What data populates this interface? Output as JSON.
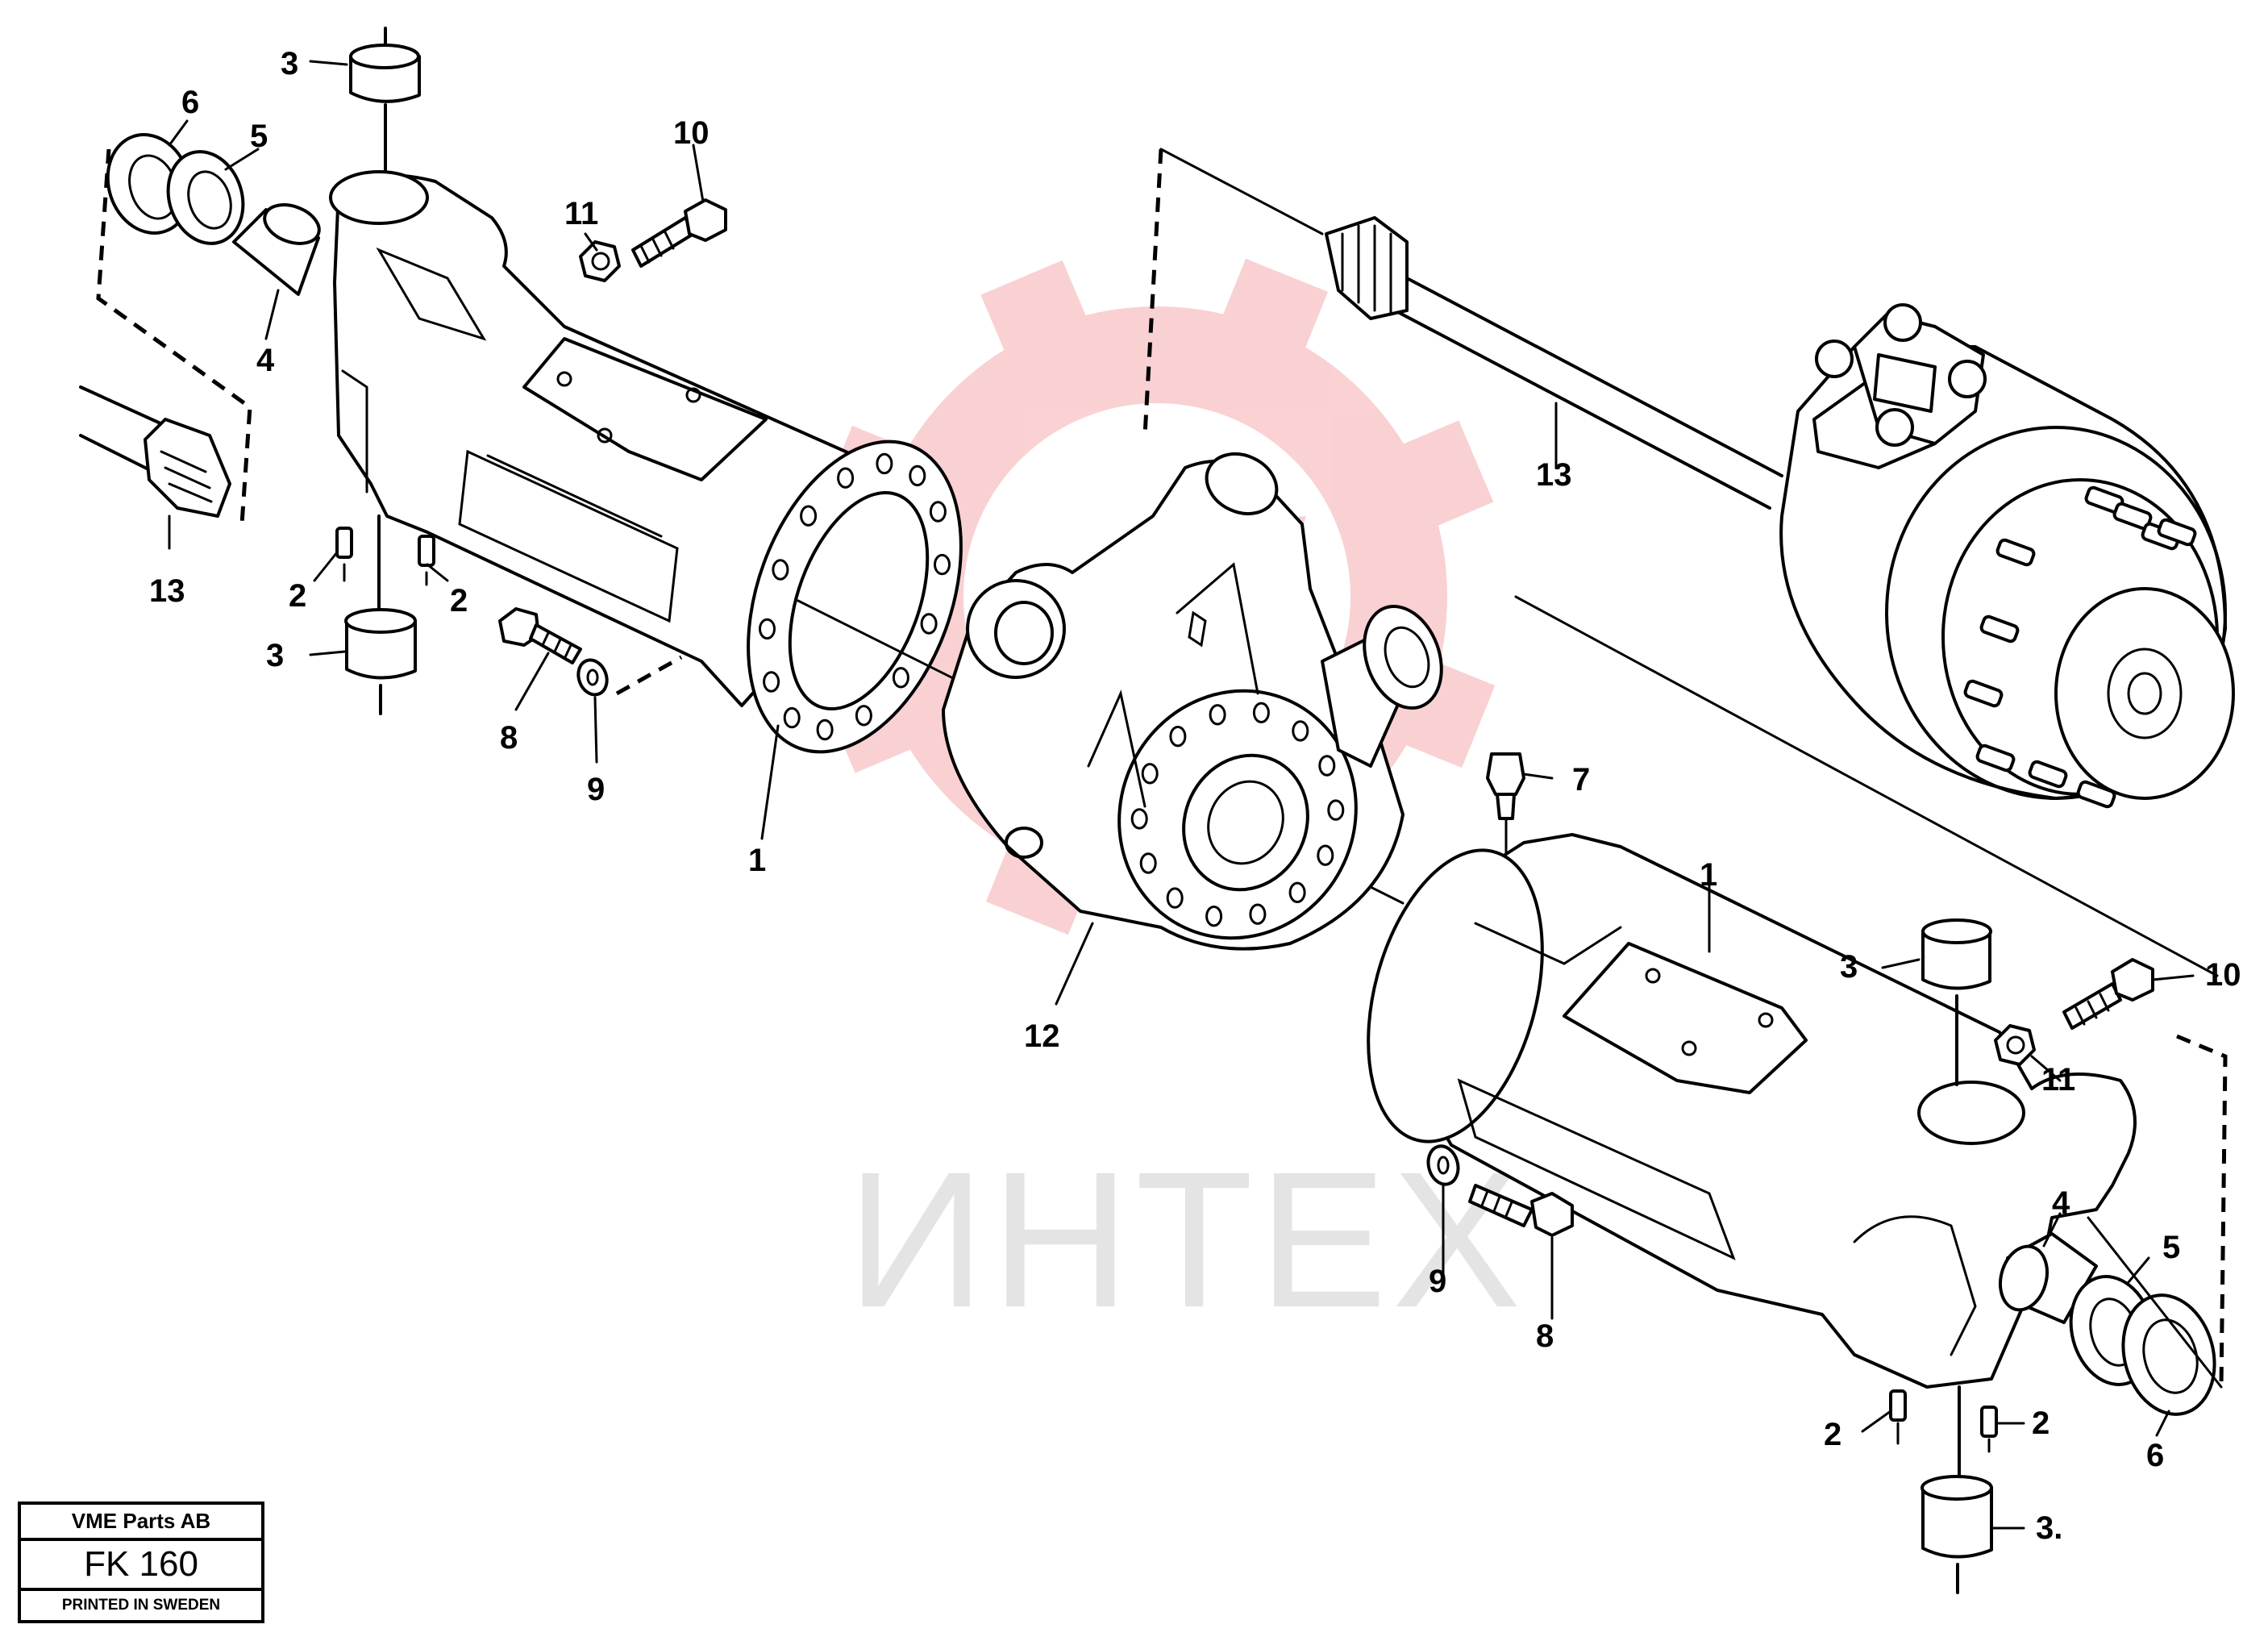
{
  "watermark": {
    "text": "ИНТЕХ",
    "color": "#e8323c"
  },
  "title_block": {
    "company": "VME Parts AB",
    "code": "FK 160",
    "printed": "PRINTED IN SWEDEN"
  },
  "callouts": [
    {
      "id": "left-bushing-top",
      "label": "3"
    },
    {
      "id": "left-seal-outer",
      "label": "6"
    },
    {
      "id": "left-seal-inner",
      "label": "5"
    },
    {
      "id": "left-bushing-side",
      "label": "4"
    },
    {
      "id": "left-shaft",
      "label": "13"
    },
    {
      "id": "left-nut",
      "label": "11"
    },
    {
      "id": "left-bolt",
      "label": "10"
    },
    {
      "id": "left-pin-a",
      "label": "2"
    },
    {
      "id": "left-pin-b",
      "label": "2"
    },
    {
      "id": "left-bushing-bottom",
      "label": "3"
    },
    {
      "id": "left-screw",
      "label": "8"
    },
    {
      "id": "left-washer",
      "label": "9"
    },
    {
      "id": "left-housing",
      "label": "1"
    },
    {
      "id": "differential",
      "label": "12"
    },
    {
      "id": "breather",
      "label": "7"
    },
    {
      "id": "right-shaft",
      "label": "13"
    },
    {
      "id": "right-housing",
      "label": "1"
    },
    {
      "id": "right-bushing-top",
      "label": "3"
    },
    {
      "id": "right-bolt",
      "label": "10"
    },
    {
      "id": "right-nut",
      "label": "11"
    },
    {
      "id": "right-washer",
      "label": "9"
    },
    {
      "id": "right-screw",
      "label": "8"
    },
    {
      "id": "right-bushing-side",
      "label": "4"
    },
    {
      "id": "right-seal-inner",
      "label": "5"
    },
    {
      "id": "right-seal-outer",
      "label": "6"
    },
    {
      "id": "right-pin-a",
      "label": "2"
    },
    {
      "id": "right-pin-b",
      "label": "2"
    },
    {
      "id": "right-bushing-bottom",
      "label": "3."
    }
  ]
}
